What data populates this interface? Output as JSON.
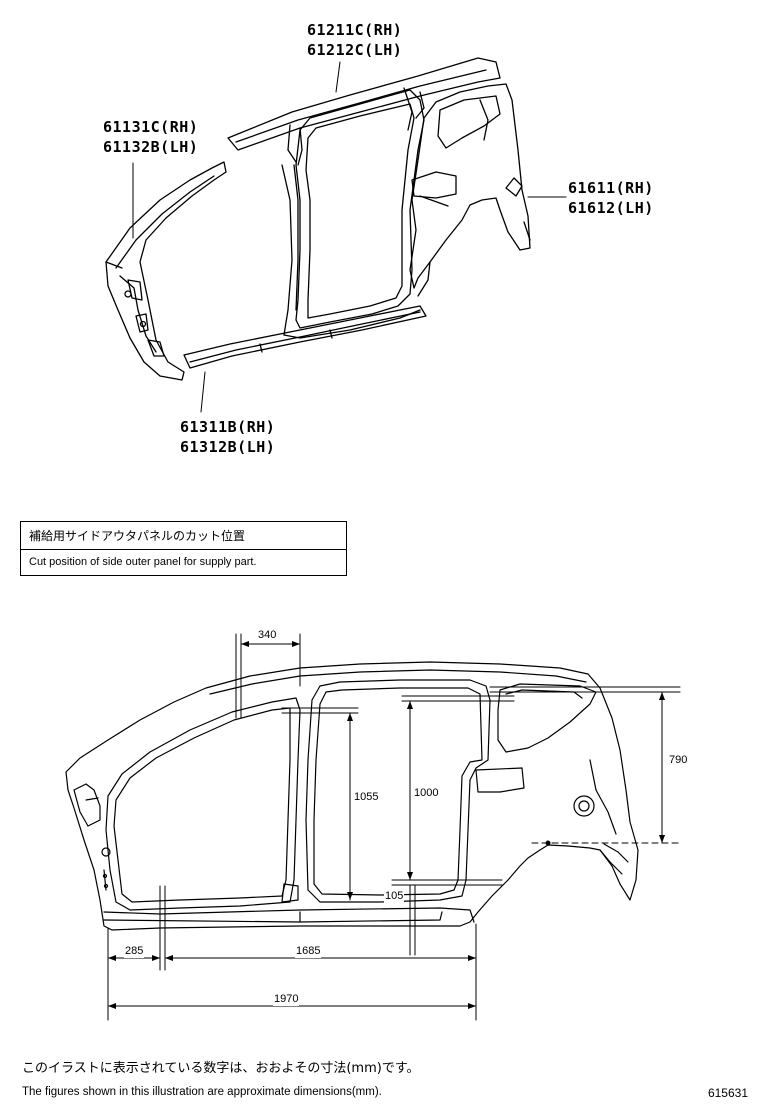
{
  "parts": {
    "roof_side": {
      "rh": "61211C(RH)",
      "lh": "61212C(LH)"
    },
    "front_pillar": {
      "rh": "61131C(RH)",
      "lh": "61132B(LH)"
    },
    "quarter_panel": {
      "rh": "61611(RH)",
      "lh": "61612(LH)"
    },
    "rocker": {
      "rh": "61311B(RH)",
      "lh": "61312B(LH)"
    }
  },
  "note": {
    "jp": "補給用サイドアウタパネルのカット位置",
    "en": "Cut position of side outer panel for supply part."
  },
  "dimensions": {
    "top": "340",
    "front_pillar_height": "1055",
    "center_pillar_height": "1000",
    "center_offset": "105",
    "rear_height": "790",
    "front_overhang": "285",
    "mid_length": "1685",
    "total_length": "1970"
  },
  "footer": {
    "jp": "このイラストに表示されている数字は、おおよその寸法(mm)です。",
    "en": "The figures shown in this illustration are approximate dimensions(mm).",
    "code": "615631"
  }
}
